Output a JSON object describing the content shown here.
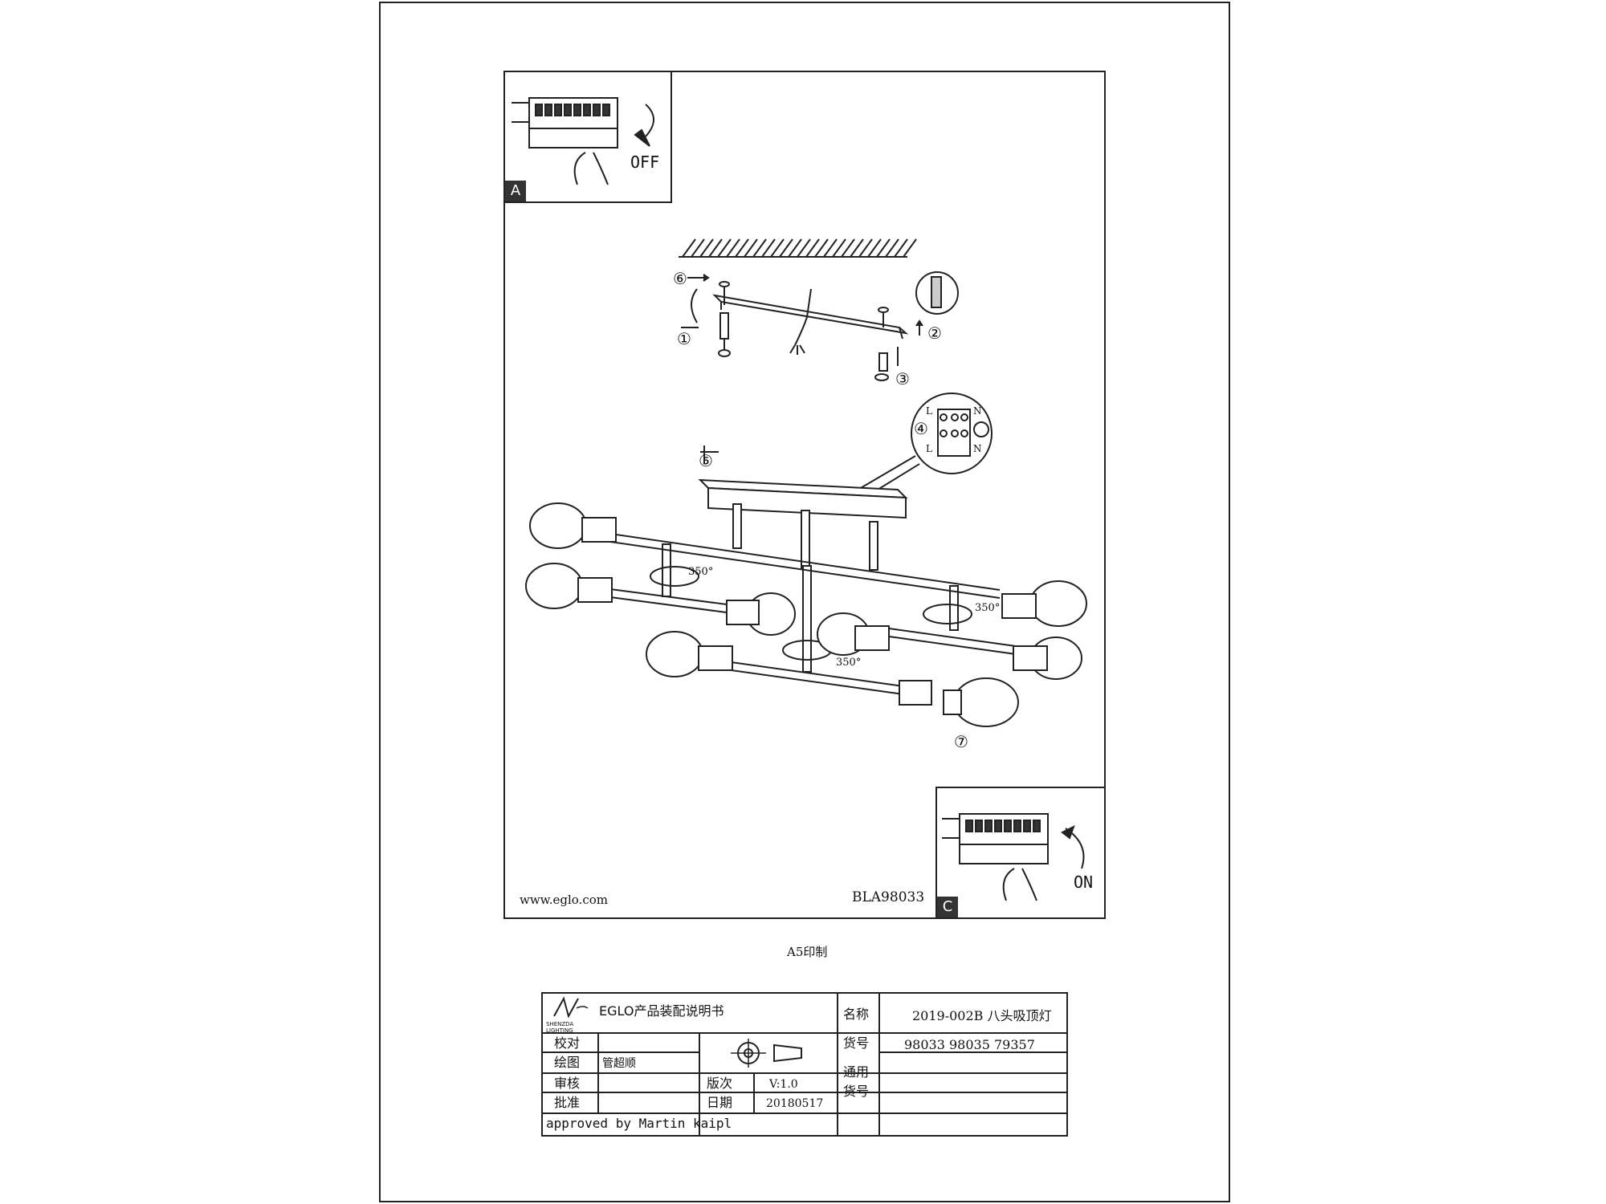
{
  "inset_a": {
    "tag": "A",
    "label": "OFF"
  },
  "inset_c": {
    "tag": "C",
    "label": "ON"
  },
  "steps": [
    "①",
    "②",
    "③",
    "④",
    "⑤",
    "⑥",
    "⑦"
  ],
  "rotation_label": "350°",
  "terminal_labels": {
    "live": "L",
    "neutral": "N"
  },
  "footer": {
    "url": "www.eglo.com",
    "code": "BLA98033"
  },
  "print_note": "A5印制",
  "title_block": {
    "logo_text": "SHENZDA LIGHTING",
    "title": "EGLO产品装配说明书",
    "name_label": "名称",
    "name_value": "2019-002B  八头吸顶灯",
    "check_label": "校对",
    "drawn_label": "绘图",
    "drawn_value": "管超顺",
    "review_label": "审核",
    "approve_label": "批准",
    "item_label": "货号",
    "item_value": "98033  98035  79357",
    "general_label_1": "通用",
    "general_label_2": "货号",
    "version_label": "版次",
    "version_value": "V:1.0",
    "date_label": "日期",
    "date_value": "20180517",
    "approved_by": "approved by Martin kaipl"
  }
}
